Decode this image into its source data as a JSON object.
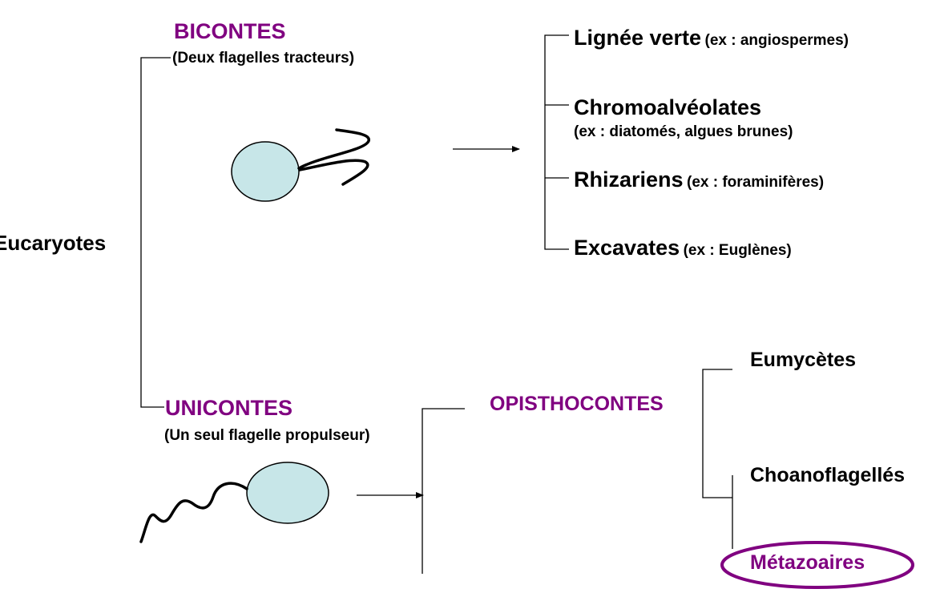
{
  "colors": {
    "line": "#000000",
    "accent": "#800080",
    "cell_fill": "#c7e6e8"
  },
  "root": {
    "label": "Eucaryotes"
  },
  "bicontes": {
    "title": "BICONTES",
    "subtitle": "(Deux flagelles tracteurs)",
    "groups": [
      {
        "name": "Lignée verte",
        "example": "(ex : angiospermes)"
      },
      {
        "name": "Chromoalvéolates",
        "example": "(ex : diatomés, algues brunes)"
      },
      {
        "name": "Rhizariens",
        "example": "(ex : foraminifères)"
      },
      {
        "name": "Excavates",
        "example": "(ex : Euglènes)"
      }
    ]
  },
  "unicontes": {
    "title": "UNICONTES",
    "subtitle": "(Un seul flagelle propulseur)",
    "branch": "OPISTHOCONTES",
    "groups": [
      {
        "name": "Eumycètes"
      },
      {
        "name": "Choanoflagellés"
      },
      {
        "name": "Métazoaires",
        "highlighted": true
      }
    ]
  }
}
